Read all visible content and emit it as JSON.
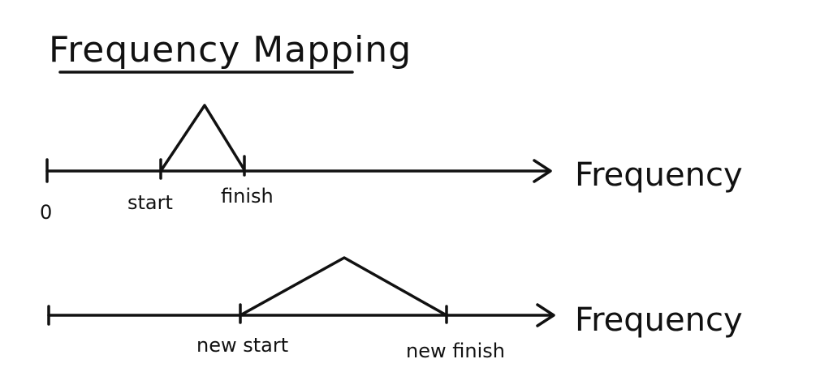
{
  "title": "Frequency Mapping",
  "colors": {
    "ink": "#111111",
    "paper": "#ffffff"
  },
  "axes": [
    {
      "axis_label": "Frequency",
      "tick_labels": [
        "0",
        "start",
        "finish"
      ]
    },
    {
      "axis_label": "Frequency",
      "tick_labels": [
        "new start",
        "new finish"
      ]
    }
  ]
}
